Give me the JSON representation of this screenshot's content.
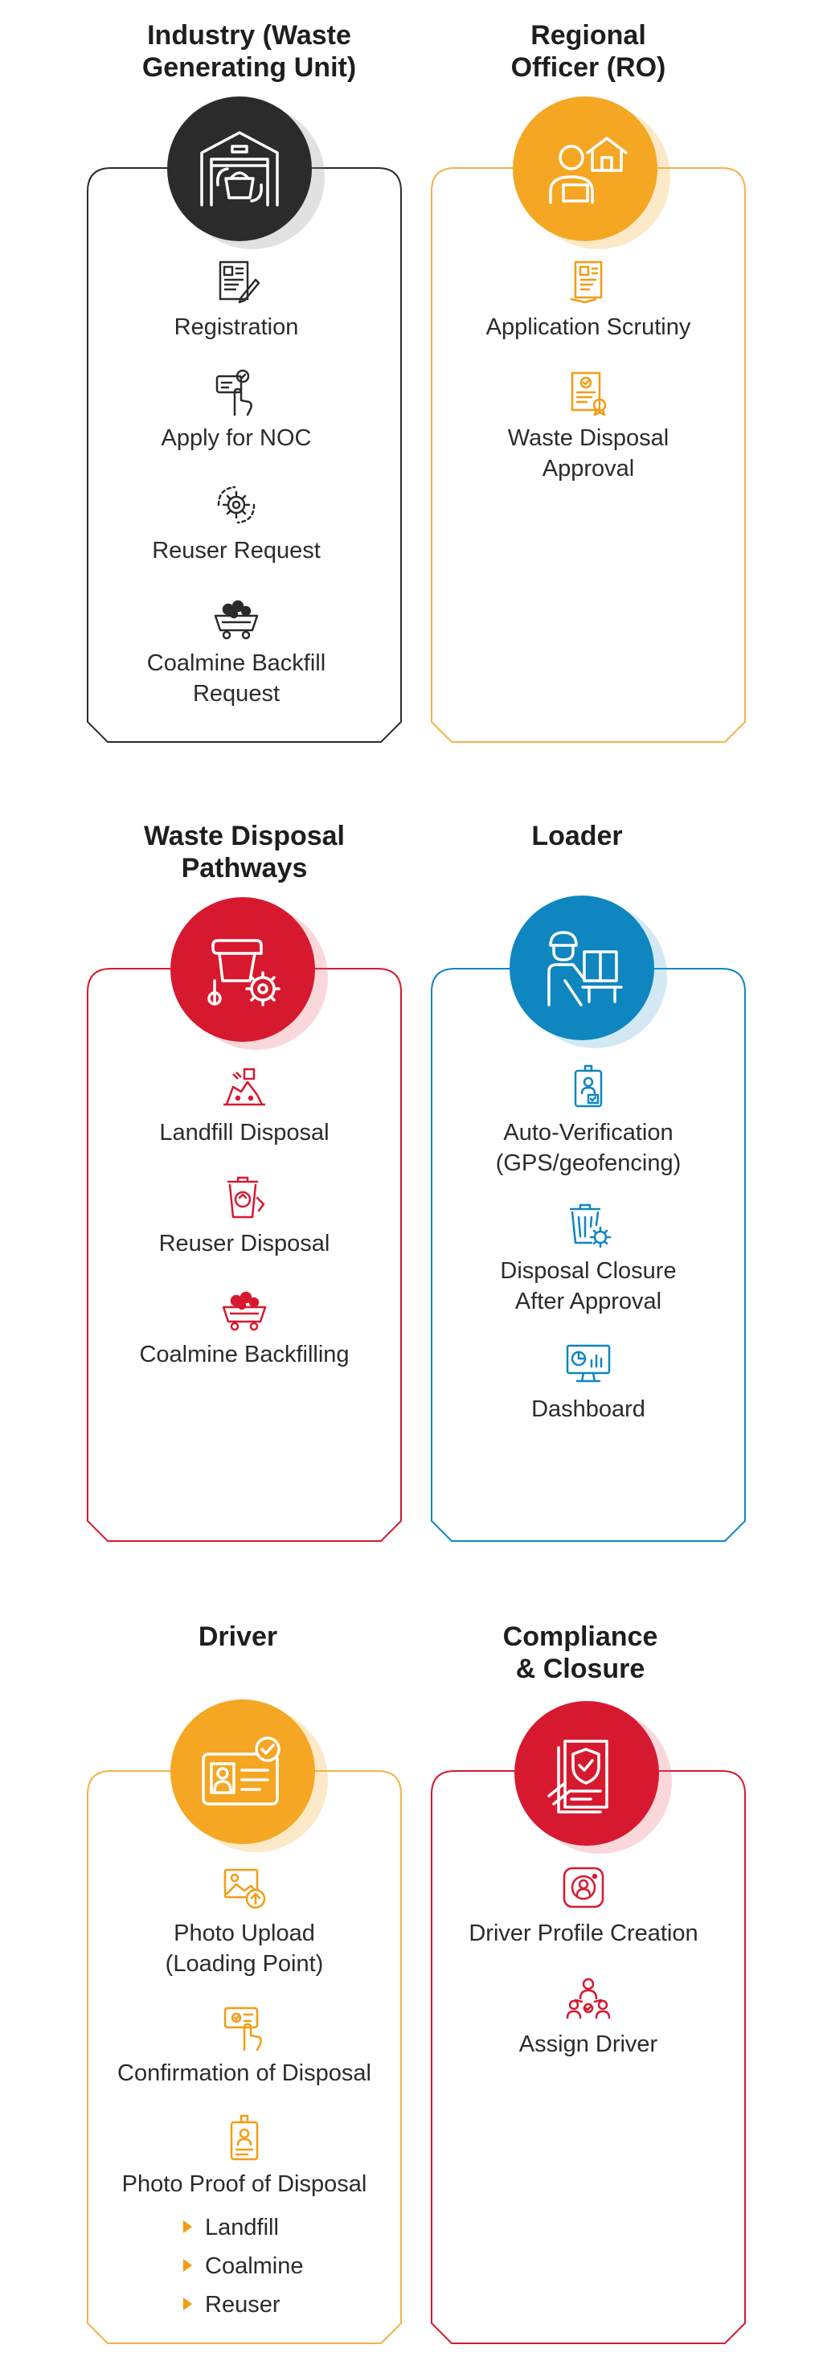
{
  "colors": {
    "black": "#2b2b2b",
    "orange": "#f5a623",
    "red": "#d7192f",
    "blue": "#0f86bf",
    "orange_line": "#f4b24a",
    "red_line": "#d7192f",
    "blue_line": "#0f86bf"
  },
  "cards": [
    {
      "title": "Industry (Waste\nGenerating Unit)",
      "icon": "warehouse-recycle-icon",
      "items": [
        {
          "label": "Registration",
          "icon": "registration-form-icon"
        },
        {
          "label": "Apply for NOC",
          "icon": "apply-noc-hand-icon"
        },
        {
          "label": "Reuser Request",
          "icon": "reuse-gear-icon"
        },
        {
          "label": "Coalmine Backfill\nRequest",
          "icon": "coal-cart-icon"
        }
      ]
    },
    {
      "title": "Regional\nOfficer (RO)",
      "icon": "officer-house-icon",
      "items": [
        {
          "label": "Application Scrutiny",
          "icon": "document-scrutiny-icon"
        },
        {
          "label": "Waste Disposal\nApproval",
          "icon": "approval-document-icon"
        }
      ]
    },
    {
      "title": "Waste Disposal\nPathways",
      "icon": "disposal-machine-icon",
      "items": [
        {
          "label": "Landfill Disposal",
          "icon": "landfill-icon"
        },
        {
          "label": "Reuser Disposal",
          "icon": "reuse-bin-icon"
        },
        {
          "label": "Coalmine Backfilling",
          "icon": "coal-cart-icon"
        }
      ]
    },
    {
      "title": "Loader",
      "icon": "loader-worker-icon",
      "items": [
        {
          "label": "Auto-Verification\n(GPS/geofencing)",
          "icon": "id-badge-verify-icon"
        },
        {
          "label": "Disposal Closure\nAfter Approval",
          "icon": "bin-gear-icon"
        },
        {
          "label": "Dashboard",
          "icon": "dashboard-monitor-icon"
        }
      ]
    },
    {
      "title": "Driver",
      "icon": "driver-id-card-icon",
      "items": [
        {
          "label": "Photo Upload\n(Loading Point)",
          "icon": "photo-upload-icon"
        },
        {
          "label": "Confirmation of Disposal",
          "icon": "confirm-click-icon"
        },
        {
          "label": "Photo Proof of Disposal",
          "icon": "id-badge-icon"
        }
      ],
      "subitems": [
        "Landfill",
        "Coalmine",
        "Reuser"
      ]
    },
    {
      "title": "Compliance\n& Closure",
      "icon": "compliance-shield-icon",
      "items": [
        {
          "label": "Driver Profile Creation",
          "icon": "profile-frame-icon"
        },
        {
          "label": "Assign Driver",
          "icon": "assign-people-icon"
        }
      ]
    }
  ]
}
